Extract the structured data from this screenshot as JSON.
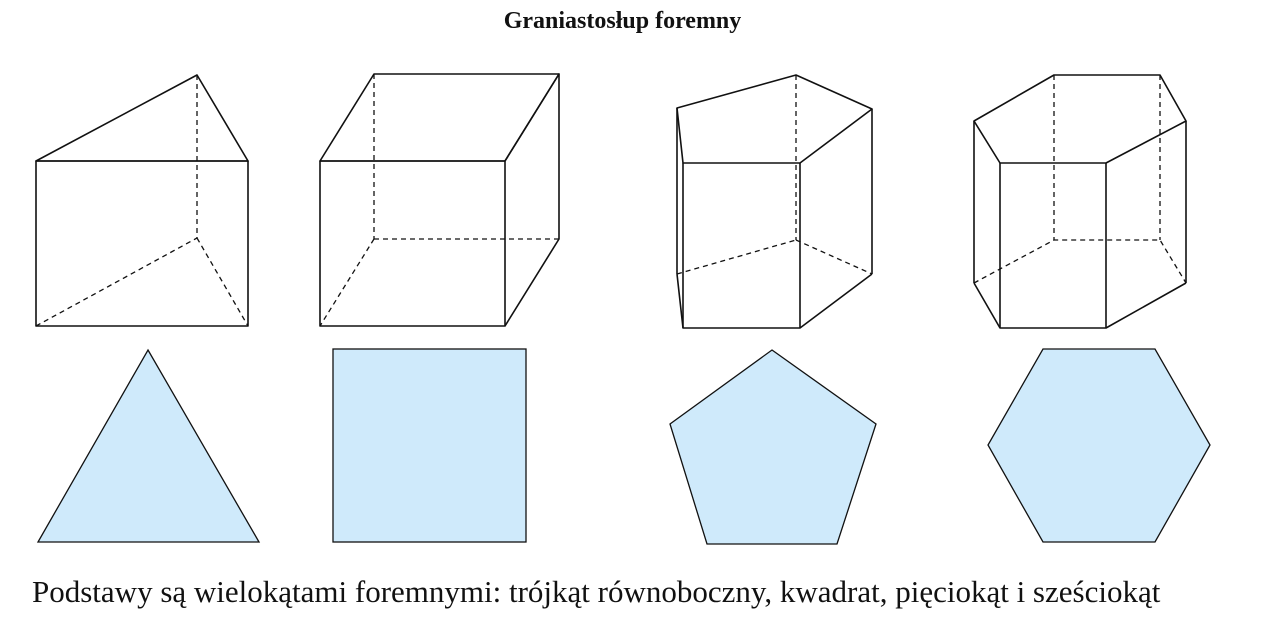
{
  "title": "Graniastosłup foremny",
  "caption": "Podstawy są wielokątami foremnymi: trójkąt równoboczny, kwadrat, pięciokąt i sześciokąt",
  "colors": {
    "base_fill": "#cfeafb",
    "line": "#111111"
  },
  "figures": [
    {
      "name": "triangular-prism",
      "base_shape": "triangle"
    },
    {
      "name": "square-prism",
      "base_shape": "square"
    },
    {
      "name": "pentagonal-prism",
      "base_shape": "pentagon"
    },
    {
      "name": "hexagonal-prism",
      "base_shape": "hexagon"
    }
  ]
}
